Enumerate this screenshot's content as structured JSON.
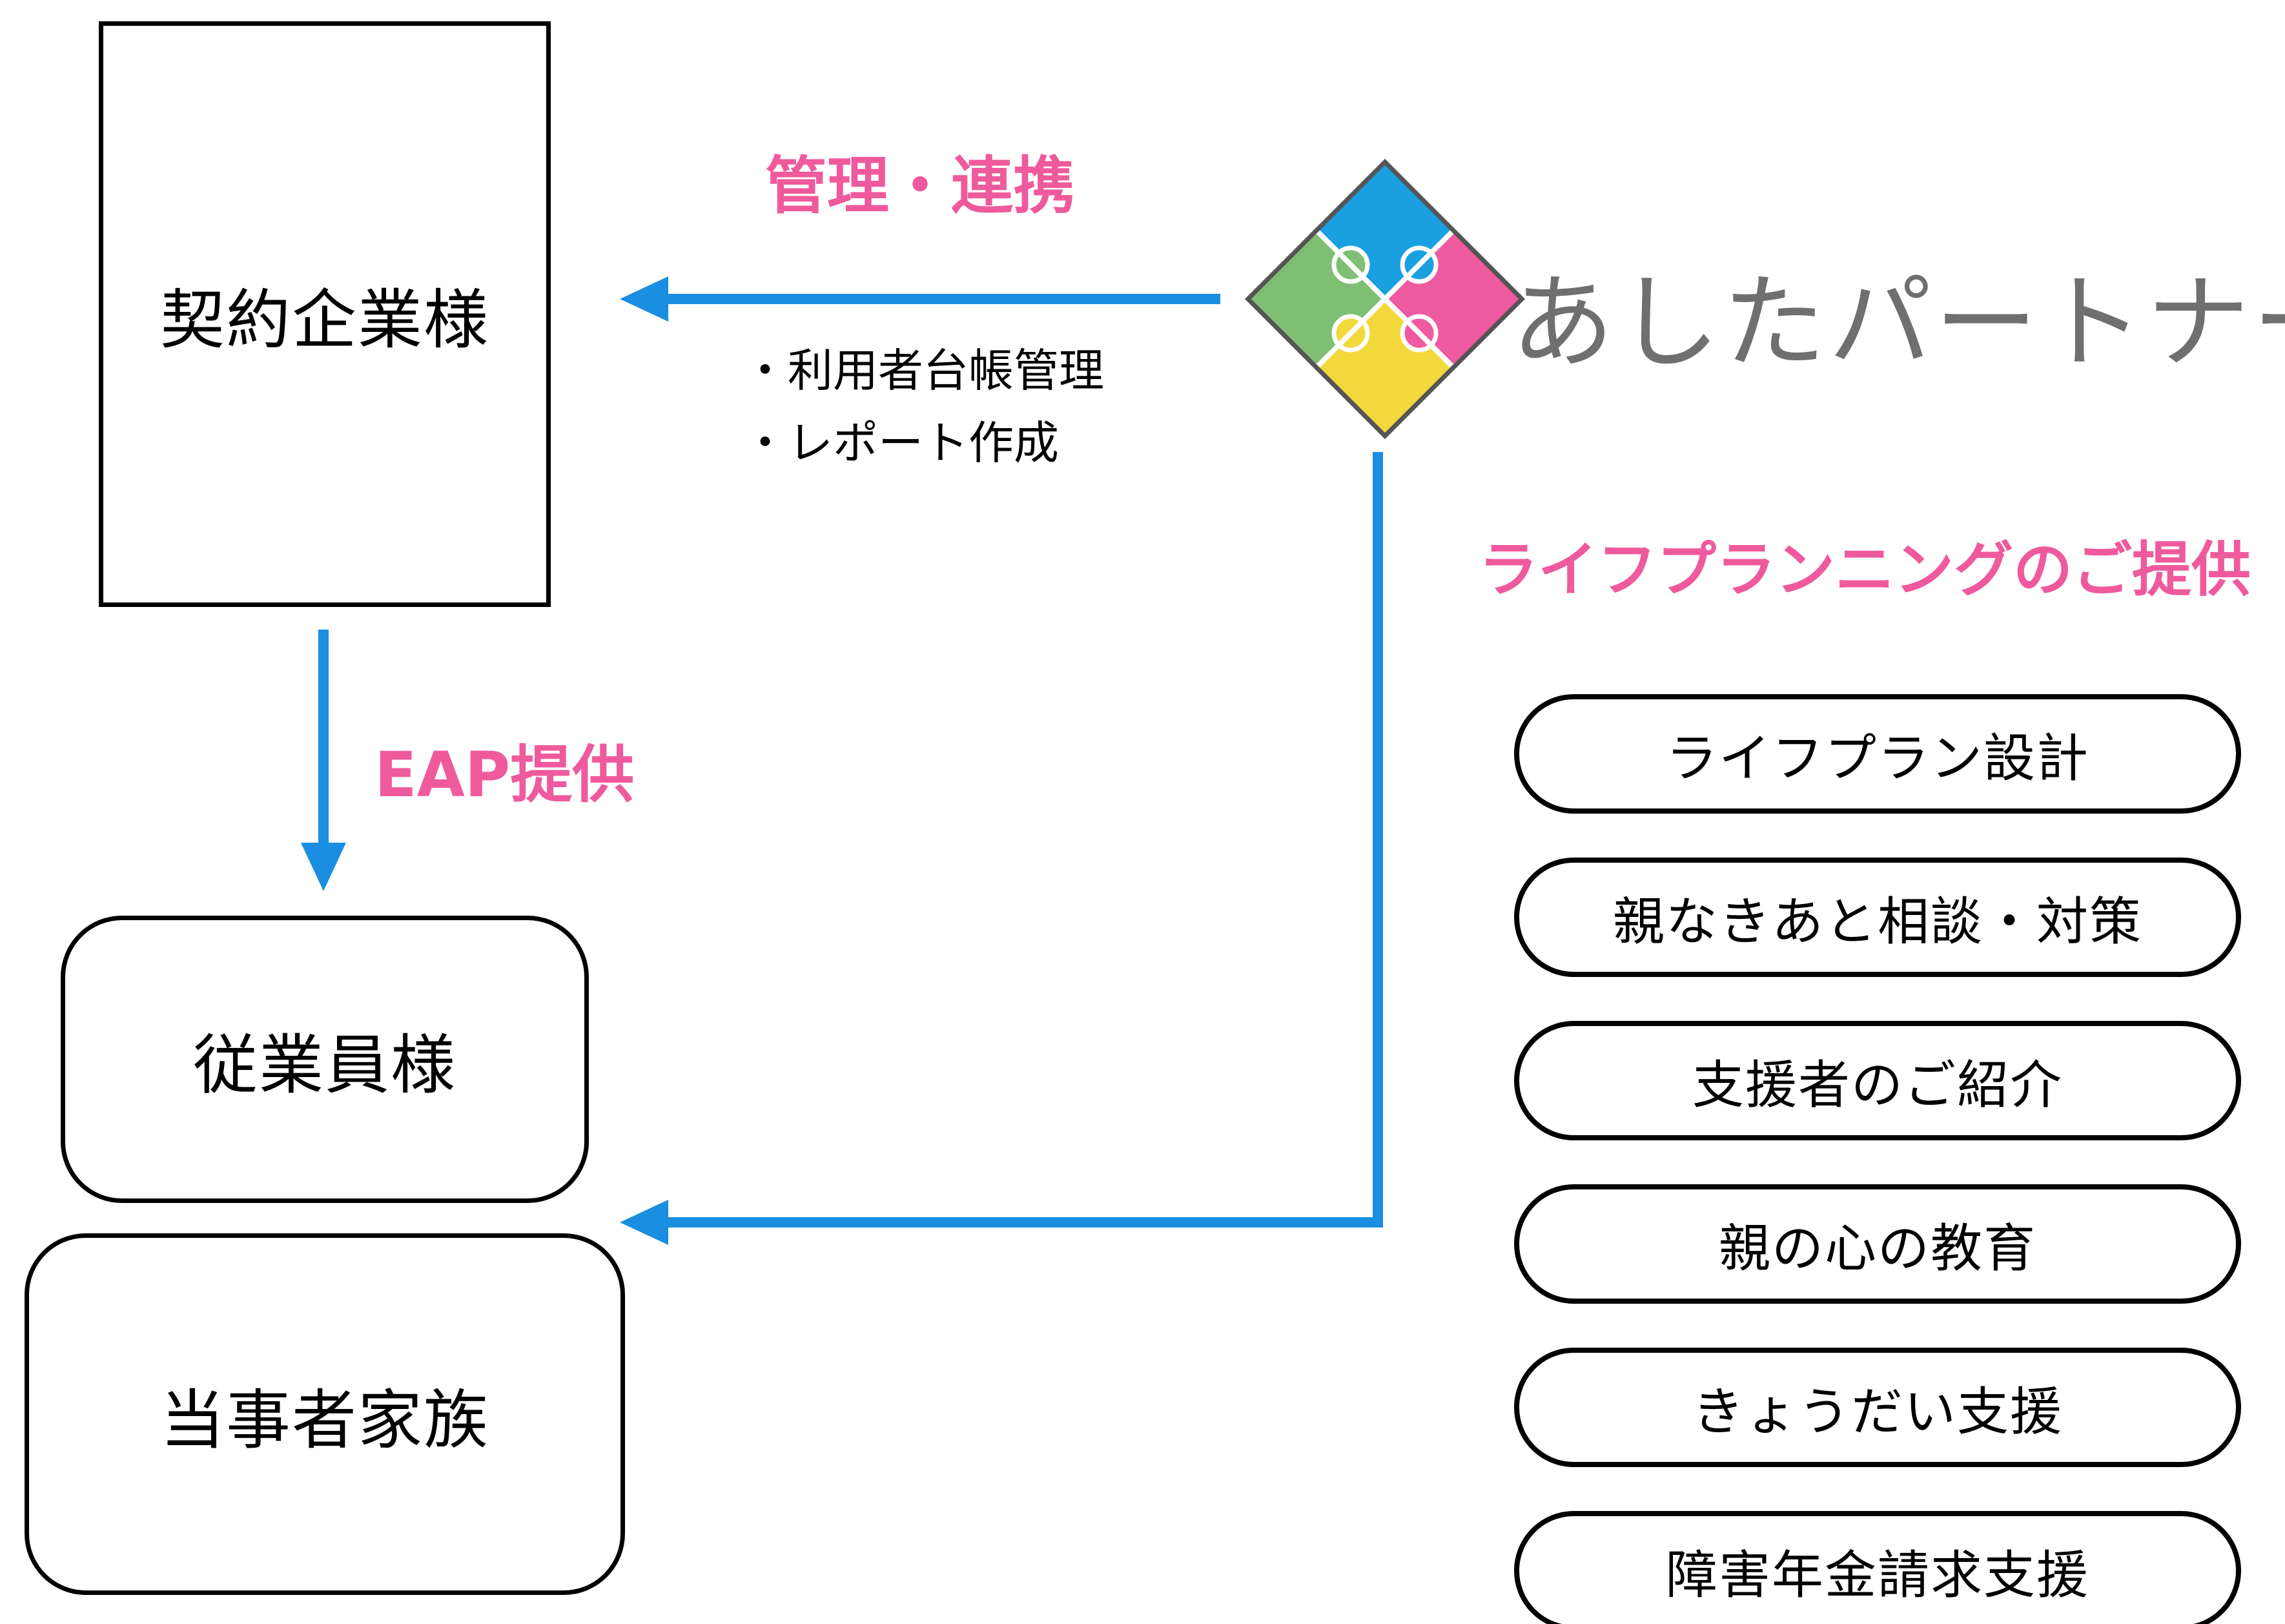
{
  "colors": {
    "accent_pink": "#ef5a9c",
    "arrow_blue": "#1a8ee0",
    "logo_pink": "#ee5aa0",
    "logo_yellow": "#f3d83c",
    "logo_blue": "#1aa0e0",
    "logo_green": "#7fbf73",
    "logo_text_gray": "#6f6f6f"
  },
  "nodes": {
    "company": "契約企業様",
    "employee": "従業員様",
    "family": "当事者家族"
  },
  "labels": {
    "management": "管理・連携",
    "eap": "EAP提供",
    "life_planning": "ライフプランニングのご提供"
  },
  "management_notes": [
    "・利用者台帳管理",
    "・レポート作成"
  ],
  "logo": {
    "icon": "puzzle-logo-icon",
    "name": "あしたパートナーズ"
  },
  "services": [
    "ライフプラン設計",
    "親なきあと相談・対策",
    "支援者のご紹介",
    "親の心の教育",
    "きょうだい支援",
    "障害年金請求支援"
  ]
}
